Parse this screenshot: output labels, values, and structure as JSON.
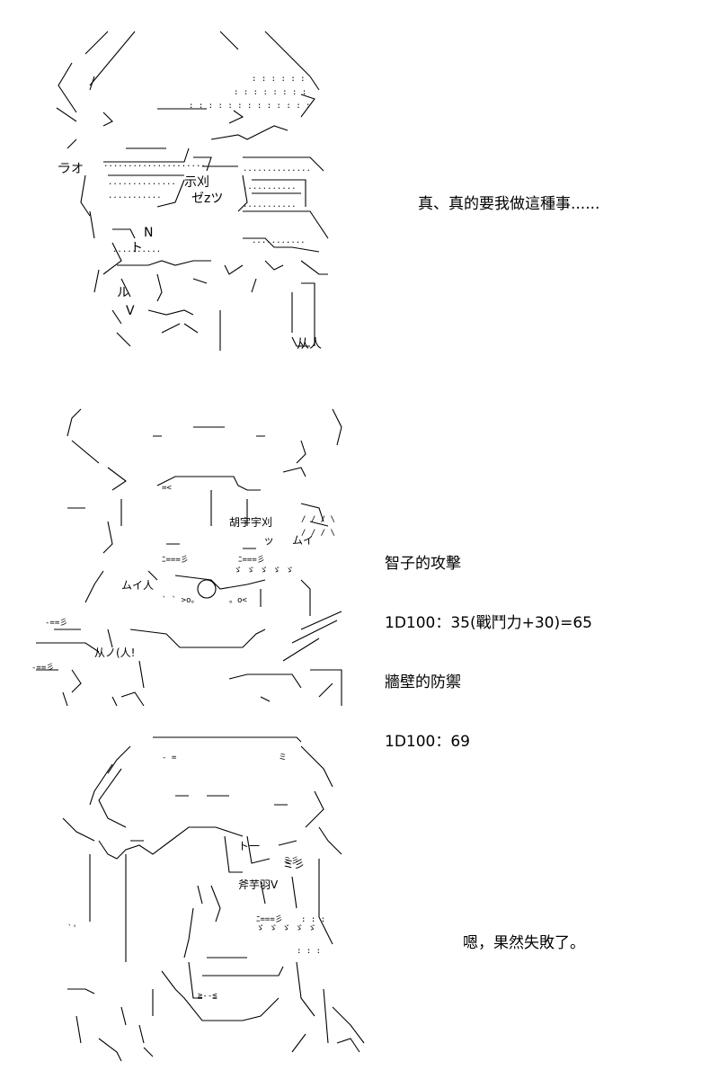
{
  "panels": [
    {
      "id": "panel-1",
      "art_label_fragments": [
        "ラオ",
        "示刈",
        "ゼzツ",
        "N",
        "ト",
        "ル",
        "V",
        "从人"
      ],
      "caption": [
        "真、真的要我做這種事......"
      ]
    },
    {
      "id": "panel-2",
      "art_label_fragments": [
        "胡宇宇刈",
        "ムイ",
        "从ノ(人!",
        "ッ"
      ],
      "caption": [
        "智子的攻擊",
        "1D100：35(戰鬥力+30)=65",
        "牆壁的防禦",
        "1D100：69"
      ]
    },
    {
      "id": "panel-3",
      "art_label_fragments": [
        "斧芋羽V",
        "ト一",
        "ミ彡"
      ],
      "caption": [
        "嗯，果然失敗了。"
      ]
    }
  ],
  "colors": {
    "background": "#ffffff",
    "ink": "#000000"
  }
}
